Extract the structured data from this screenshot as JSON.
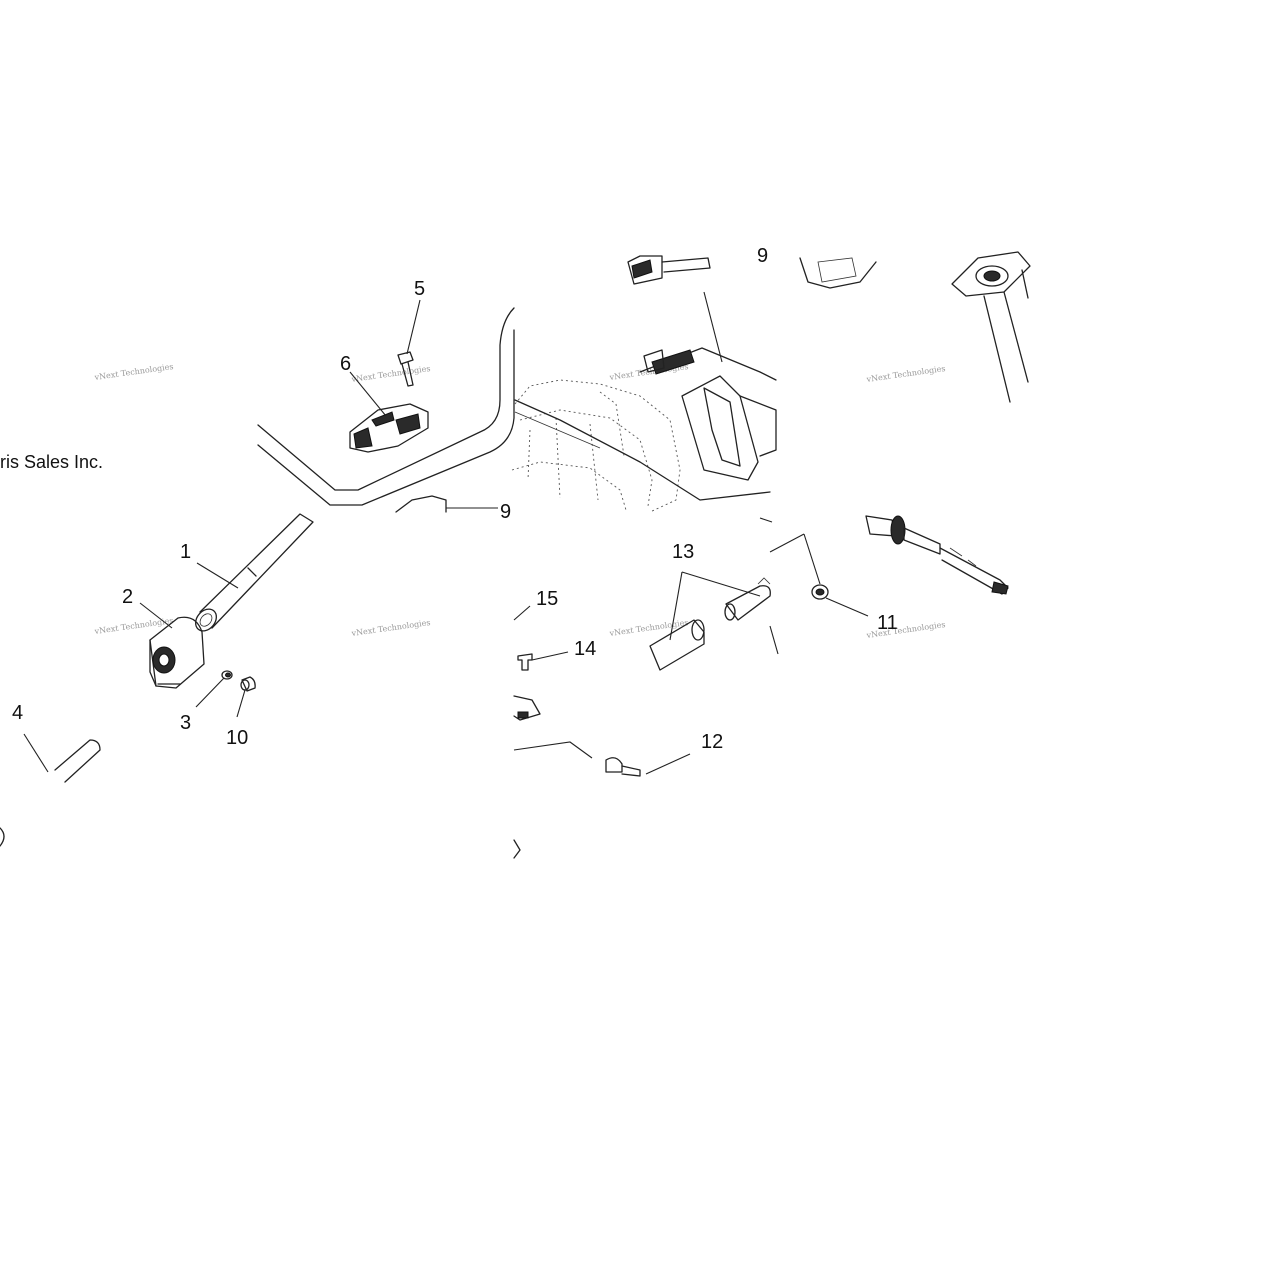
{
  "copyright_text": "ris Sales Inc.",
  "watermark_text": "vNext Technologies",
  "callouts": {
    "c1": "1",
    "c2": "2",
    "c3": "3",
    "c4": "4",
    "c5": "5",
    "c6": "6",
    "c9a": "9",
    "c9b": "9",
    "c10": "10",
    "c11": "11",
    "c12": "12",
    "c13": "13",
    "c14": "14",
    "c15": "15"
  }
}
